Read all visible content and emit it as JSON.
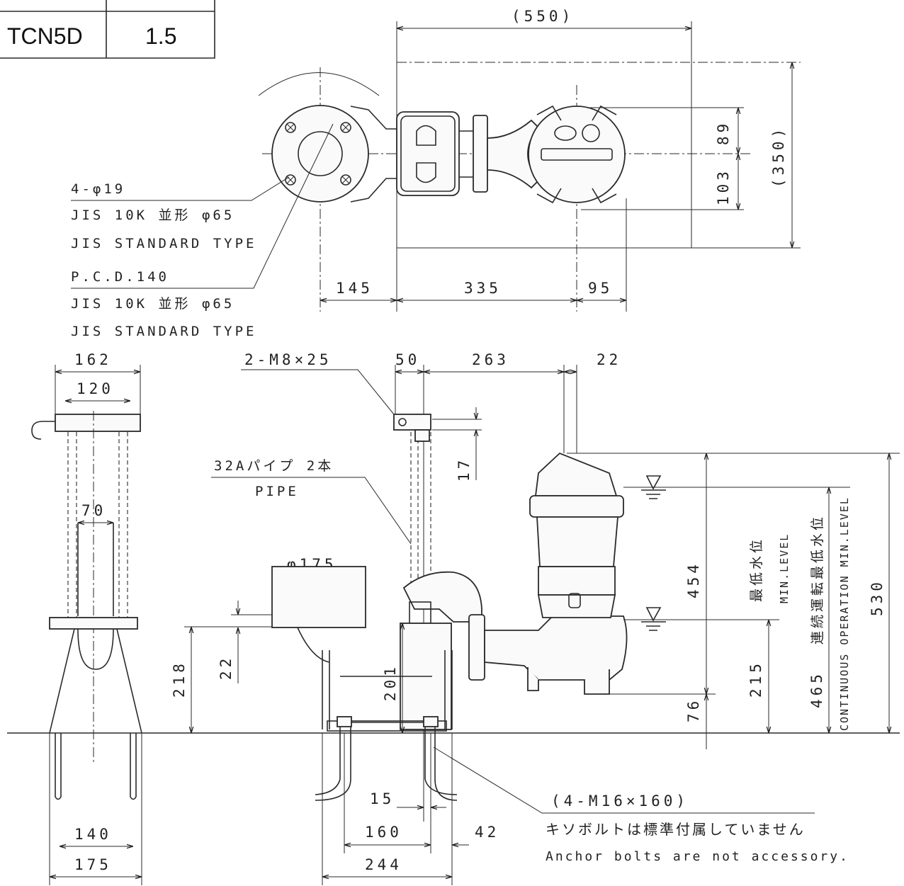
{
  "table": {
    "model": "TCN5D",
    "kw": "1.5"
  },
  "top_view": {
    "overall_width": "(550)",
    "overall_depth": "(350)",
    "dim_89": "89",
    "dim_103": "103",
    "dim_145": "145",
    "dim_335": "335",
    "dim_95": "95",
    "bolt_holes": "4-φ19",
    "flange_std": "JIS 10K 並形 φ65",
    "flange_std_en": "JIS STANDARD TYPE",
    "pcd": "P.C.D.140",
    "flange_std2": "JIS 10K 並形 φ65",
    "flange_std2_en": "JIS STANDARD TYPE"
  },
  "side_view": {
    "dim_162": "162",
    "dim_120": "120",
    "dim_70": "70",
    "dim_140": "140",
    "dim_175": "175"
  },
  "front_view": {
    "bolts": "2-M8×25",
    "dim_50": "50",
    "dim_263": "263",
    "dim_22_top": "22",
    "dim_17": "17",
    "pipe_jp": "32Aパイプ 2本",
    "pipe_en": "PIPE",
    "dia_175": "φ175",
    "dim_218": "218",
    "dim_22": "22",
    "dim_201": "201",
    "dim_454": "454",
    "dim_215": "215",
    "dim_76": "76",
    "dim_465": "465",
    "dim_530": "530",
    "min_level_jp": "最低水位",
    "min_level_en": "MIN.LEVEL",
    "cont_level_jp": "連続運転最低水位",
    "cont_level_en": "CONTINUOUS OPERATION MIN.LEVEL",
    "dim_15": "15",
    "dim_160": "160",
    "dim_42": "42",
    "dim_244": "244",
    "anchor": "(4-M16×160)",
    "anchor_jp": "キソボルトは標準付属していません",
    "anchor_en": "Anchor bolts are not accessory."
  }
}
